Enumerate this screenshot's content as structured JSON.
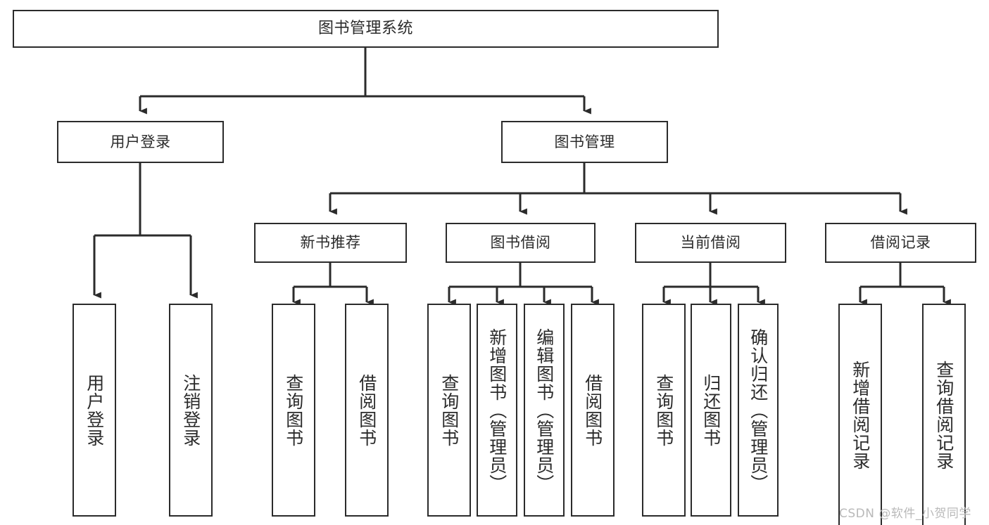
{
  "diagram": {
    "title": "图书管理系统",
    "type": "hierarchy-tree",
    "watermark": "CSDN @软件_小贺同学",
    "colors": {
      "stroke": "#2b2b2b",
      "fill": "#ffffff",
      "text": "#2b2b2b",
      "watermark": "#b9b9b9"
    },
    "root": {
      "label": "图书管理系统"
    },
    "level1": [
      {
        "label": "用户登录"
      },
      {
        "label": "图书管理"
      }
    ],
    "level2": [
      {
        "label": "新书推荐"
      },
      {
        "label": "图书借阅"
      },
      {
        "label": "当前借阅"
      },
      {
        "label": "借阅记录"
      }
    ],
    "leaves": {
      "user_login": [
        {
          "label": "用户登录"
        },
        {
          "label": "注销登录"
        }
      ],
      "new_book_recommend": [
        {
          "label": "查询图书"
        },
        {
          "label": "借阅图书"
        }
      ],
      "book_borrow": [
        {
          "label": "查询图书"
        },
        {
          "label": "新增图书（管理员）"
        },
        {
          "label": "编辑图书（管理员）"
        },
        {
          "label": "借阅图书"
        }
      ],
      "current_borrow": [
        {
          "label": "查询图书"
        },
        {
          "label": "归还图书"
        },
        {
          "label": "确认归还（管理员）"
        }
      ],
      "borrow_record": [
        {
          "label": "新增借阅记录"
        },
        {
          "label": "查询借阅记录"
        }
      ]
    }
  }
}
